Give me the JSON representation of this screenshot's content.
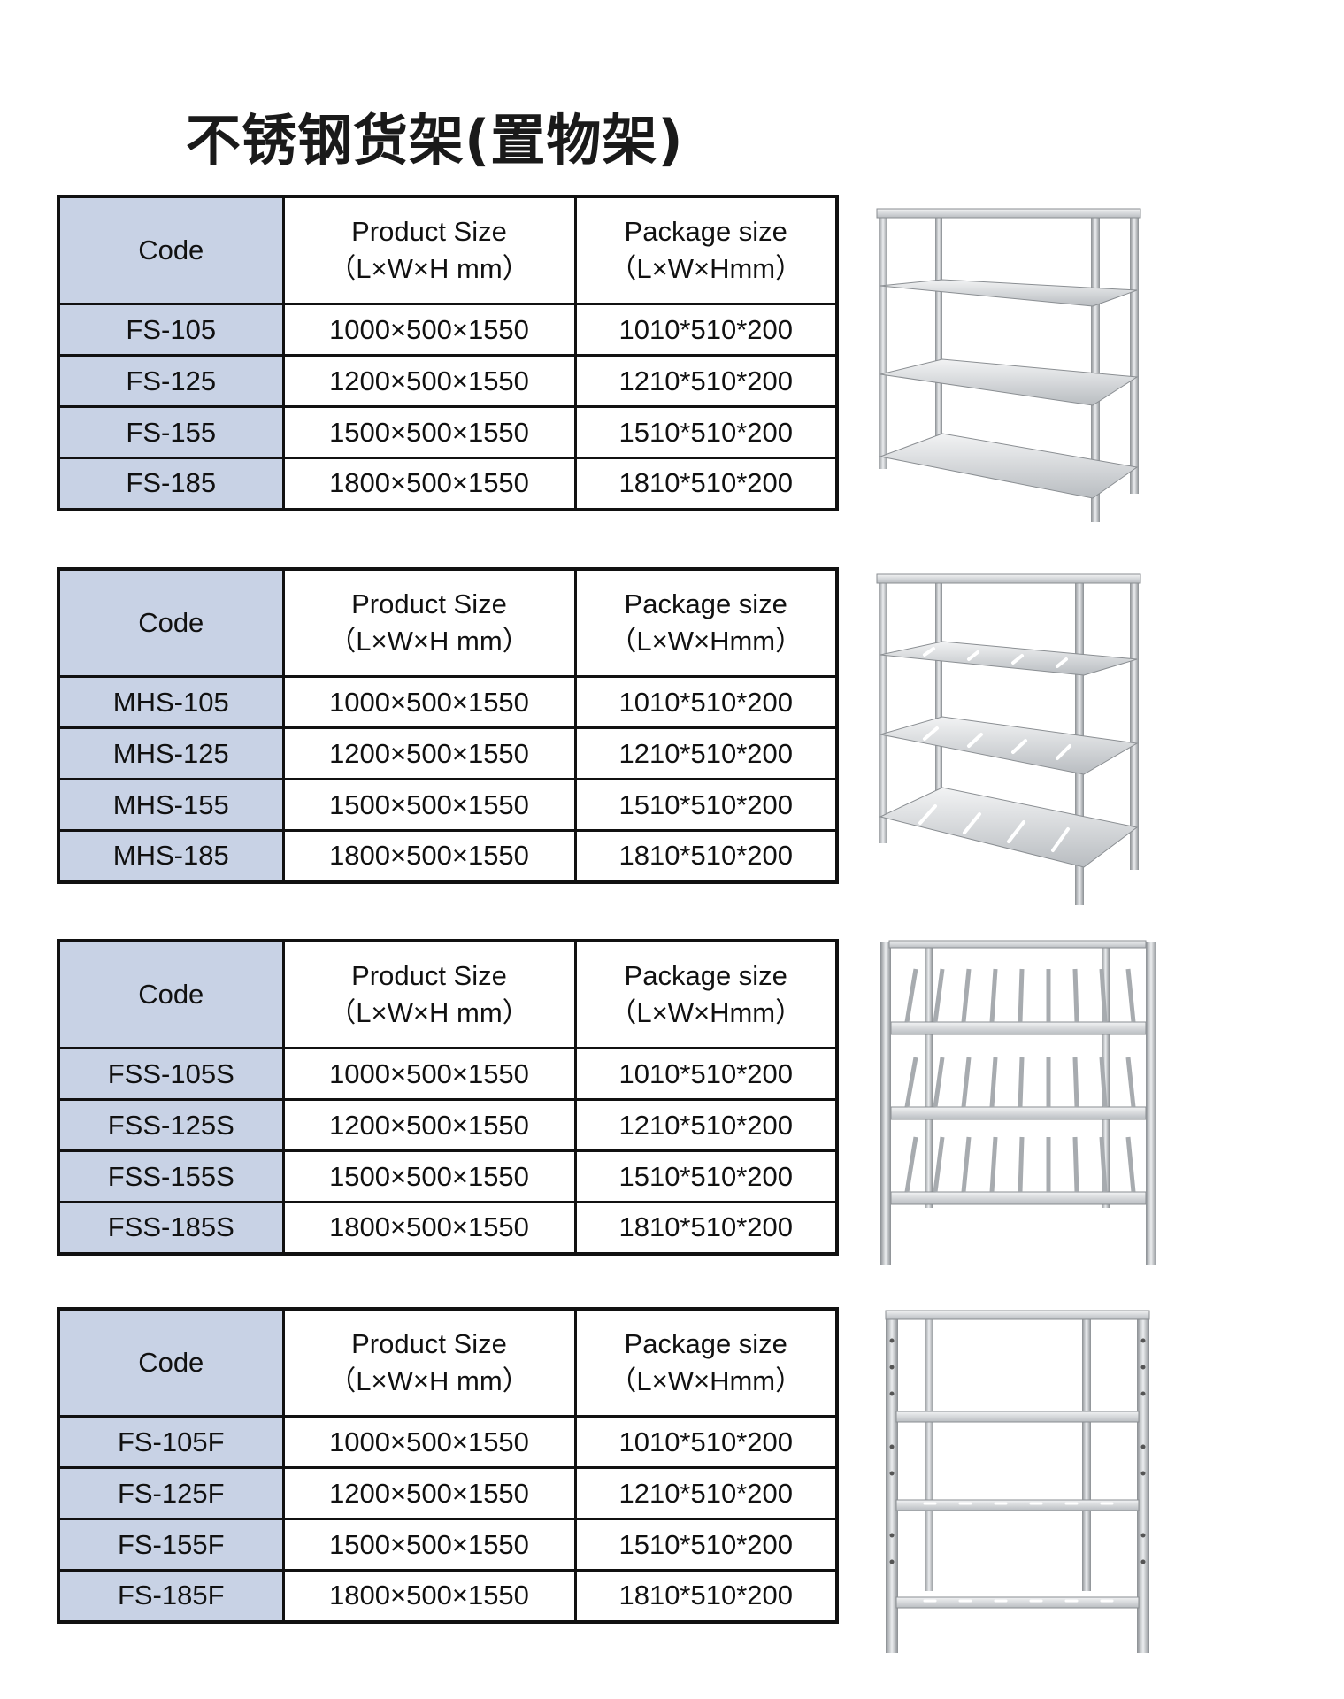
{
  "title": "不锈钢货架(置物架)",
  "headers": {
    "code": "Code",
    "product_size": "Product Size",
    "product_size_unit": "（L×W×H mm）",
    "package_size": "Package size",
    "package_size_unit": "（L×W×Hmm）"
  },
  "tables": [
    {
      "rows": [
        {
          "code": "FS-105",
          "product": "1000×500×1550",
          "package": "1010*510*200"
        },
        {
          "code": "FS-125",
          "product": "1200×500×1550",
          "package": "1210*510*200"
        },
        {
          "code": "FS-155",
          "product": "1500×500×1550",
          "package": "1510*510*200"
        },
        {
          "code": "FS-185",
          "product": "1800×500×1550",
          "package": "1810*510*200"
        }
      ]
    },
    {
      "rows": [
        {
          "code": "MHS-105",
          "product": "1000×500×1550",
          "package": "1010*510*200"
        },
        {
          "code": "MHS-125",
          "product": "1200×500×1550",
          "package": "1210*510*200"
        },
        {
          "code": "MHS-155",
          "product": "1500×500×1550",
          "package": "1510*510*200"
        },
        {
          "code": "MHS-185",
          "product": "1800×500×1550",
          "package": "1810*510*200"
        }
      ]
    },
    {
      "rows": [
        {
          "code": "FSS-105S",
          "product": "1000×500×1550",
          "package": "1010*510*200"
        },
        {
          "code": "FSS-125S",
          "product": "1200×500×1550",
          "package": "1210*510*200"
        },
        {
          "code": "FSS-155S",
          "product": "1500×500×1550",
          "package": "1510*510*200"
        },
        {
          "code": "FSS-185S",
          "product": "1800×500×1550",
          "package": "1810*510*200"
        }
      ]
    },
    {
      "rows": [
        {
          "code": "FS-105F",
          "product": "1000×500×1550",
          "package": "1010*510*200"
        },
        {
          "code": "FS-125F",
          "product": "1200×500×1550",
          "package": "1210*510*200"
        },
        {
          "code": "FS-155F",
          "product": "1500×500×1550",
          "package": "1510*510*200"
        },
        {
          "code": "FS-185F",
          "product": "1800×500×1550",
          "package": "1810*510*200"
        }
      ]
    }
  ],
  "colors": {
    "code_cell_background": "#c8d2e5",
    "border": "#111111",
    "steel_light": "#e6e8ea",
    "steel_dark": "#8a8e92"
  },
  "images": [
    "solid-shelf-rack-image",
    "slotted-shelf-rack-image",
    "bar-shelf-rack-image",
    "adjustable-perforated-rack-image"
  ]
}
